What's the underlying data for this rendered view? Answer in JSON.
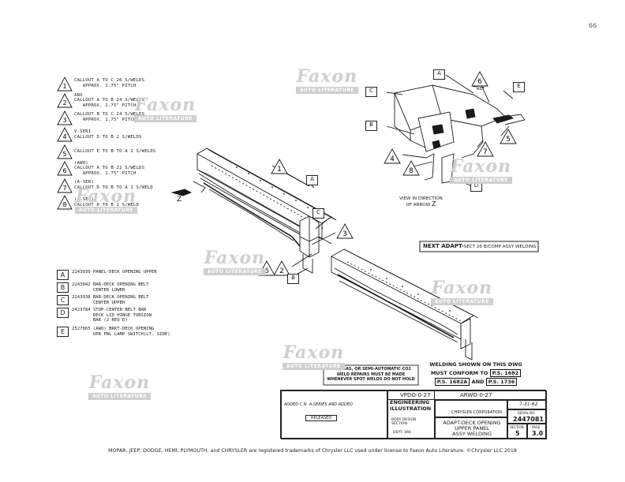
{
  "page_number": "66",
  "callouts": [
    {
      "num": "1",
      "text": "CALLOUT A TO C 26 S/WELDS\n   APPROX. 1.75\" PITCH"
    },
    {
      "num": "2",
      "text": "ARO\nCALLOUT A TO B 24 S/WELDS\n   APPROX. 1.75\" PITCH"
    },
    {
      "num": "3",
      "text": "CALLOUT B TO C 24 S/WELDS\n   APPROX. 1.75\" PITCH"
    },
    {
      "num": "4",
      "text": "V-SERI\nCALLOUT D TO B 2 S/WELDS"
    },
    {
      "num": "5",
      "text": "CALLOUT E TO B TO A 2 S/WELDS"
    },
    {
      "num": "6",
      "text": "(AWO)\nCALLOUT A TO B 22 S/WELDS\n   APPROX. 1.75\" PITCH"
    },
    {
      "num": "7",
      "text": "(A-SER)\nCALLOUT D TO B TO A 1 S/WELD"
    },
    {
      "num": "8",
      "text": "(A-SER)\nCALLOUT D TO B 1 S/WELD"
    }
  ],
  "parts": [
    {
      "letter": "A",
      "text": "2243939 PANEL-DECK OPENING UPPER"
    },
    {
      "letter": "B",
      "text": "2243942 BAR-DECK OPENING BELT\n        CENTER LOWER"
    },
    {
      "letter": "C",
      "text": "2243938 BAR-DECK OPENING BELT\n        CENTER UPPER"
    },
    {
      "letter": "D",
      "text": "2423784 STOP-CENTER BELT BAR\n        DECK LID HINGE TORSION\n        BAR (2 REQ'D)"
    },
    {
      "letter": "E",
      "text": "2527065 (AWO) BRKT-DECK OPENING\n        UPR PNL LAMP SWITCH(LT. SIDE)"
    }
  ],
  "arrow_label": "Z",
  "view_caption": "VIEW IN DIRECTION\nOF ARROW",
  "view_caption_z": "Z",
  "ref_label": "REF",
  "next_adapt_label": "NEXT ADAPT-",
  "next_adapt_text": "SECT 26 B/COMP ASSY WELDING",
  "welding_title": "WELDING SHOWN ON THIS DWG",
  "conform_text": "MUST CONFORM TO",
  "ps1": "P.S. 1682",
  "ps2": "P.S. 1682A",
  "ps_and": "AND",
  "ps3": "P.S. 1736",
  "weld_note": "ARC, GAS, OR SEMI-AUTOMATIC CO2\nWELD REPAIRS MUST BE MADE\nWHENEVER SPOT WELDS DO NOT HOLD",
  "title_block": {
    "model": "VPDO-0-27",
    "model2": "ARWO-0-27",
    "engineering": "ENGINEERING\nILLUSTRATION",
    "body_design": "BODY DESIGN\nSECTION",
    "dept": "DEPT. 366",
    "title": "ADAPT-DECK OPENING\nUPPER PANEL\nASSY WELDING",
    "date": "7-31-62",
    "serial_label": "SERIAL NO.",
    "serial": "2447081",
    "section_label": "SECTION",
    "section": "5",
    "page_label": "PAGE",
    "page": "3.0",
    "released": "RELEASED",
    "rev1": "ADDED C.N. A-SERIES AND ADDED",
    "company": "CHRYSLER CORPORATION"
  },
  "watermark": {
    "brand": "Faxon",
    "sub": "AUTO LITERATURE"
  },
  "part_labels": {
    "A": "A",
    "B": "B",
    "C": "C",
    "D": "D",
    "E": "E"
  },
  "detail_nums": [
    "1",
    "2",
    "3",
    "4",
    "5",
    "6",
    "7",
    "8"
  ],
  "footer": "MOPAR, JEEP, DODGE, HEMI, PLYMOUTH, and CHRYSLER are registered trademarks of Chrysler LLC used under license to Faxon Auto Literature. ©Chrysler LLC 2018"
}
